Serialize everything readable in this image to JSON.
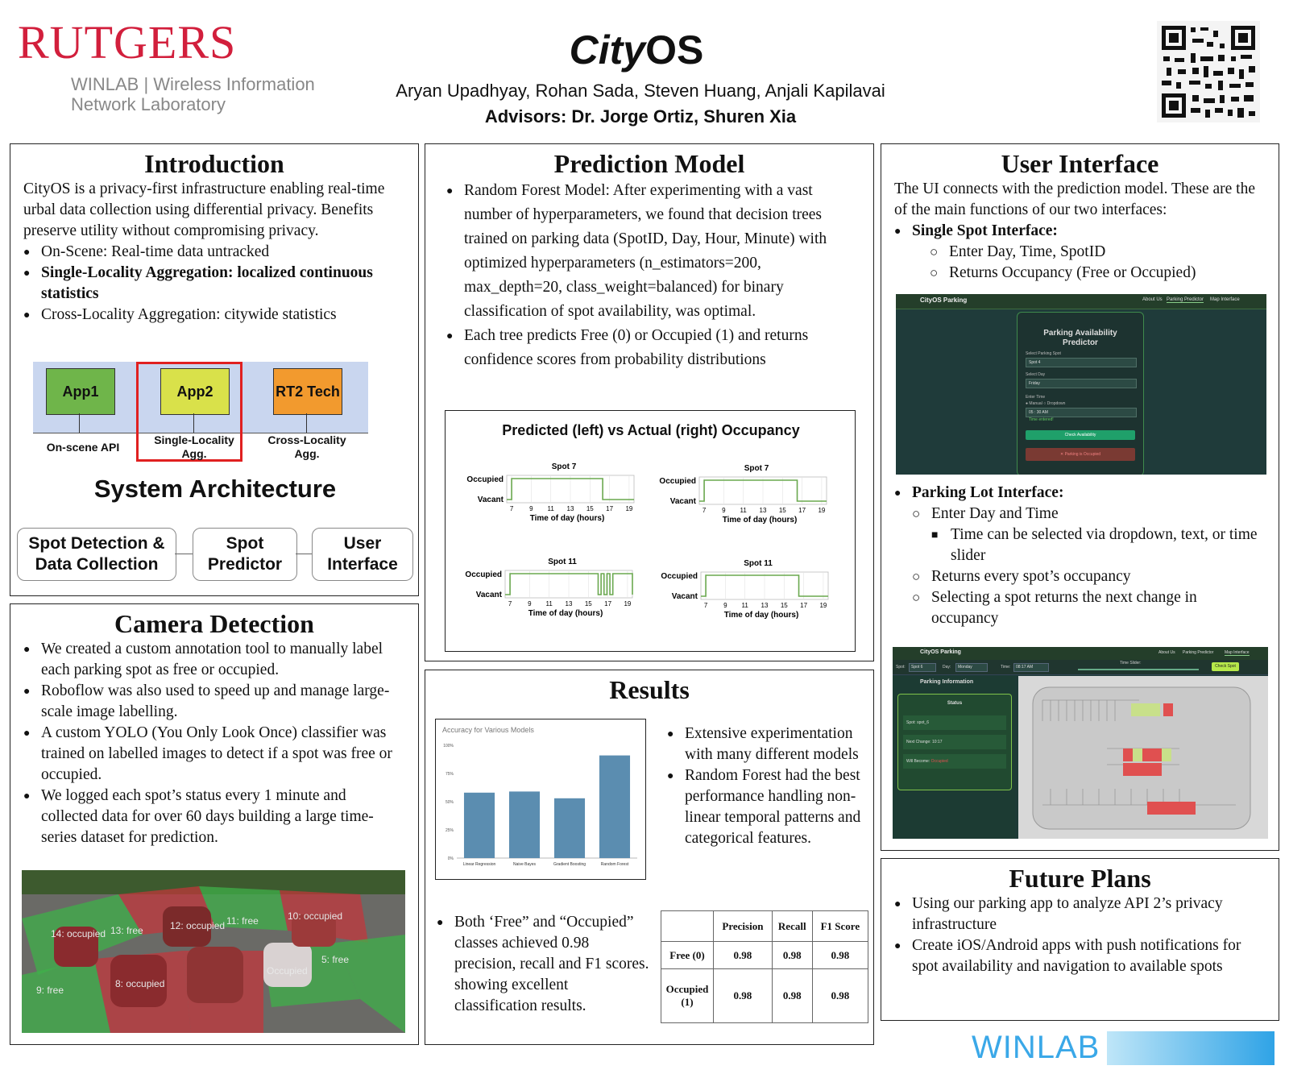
{
  "header": {
    "logo_text": "RUTGERS",
    "logo_sub1": "WINLAB | Wireless Information",
    "logo_sub2": "Network Laboratory",
    "title_italic": "City",
    "title_rest": "OS",
    "authors": "Aryan Upadhyay, Rohan Sada, Steven Huang, Anjali Kapilavai",
    "advisors": "Advisors: Dr. Jorge Ortiz, Shuren Xia"
  },
  "intro": {
    "heading": "Introduction",
    "paragraph": "CityOS is a privacy-first infrastructure enabling real-time urbal data collection using differential privacy. Benefits preserve utility without compromising privacy.",
    "bullets": [
      "On-Scene: Real-time data untracked",
      "Single-Locality Aggregation: localized continuous statistics",
      "Cross-Locality Aggregation: citywide statistics"
    ],
    "diagram": {
      "app1": "App1",
      "app2": "App2",
      "rt2": "RT2 Tech",
      "lbl1": "On-scene API",
      "lbl2": "Single-Locality Agg.",
      "lbl3": "Cross-Locality Agg."
    },
    "arch_heading": "System Architecture",
    "arch_boxes": [
      "Spot Detection & Data Collection",
      "Spot Predictor",
      "User Interface"
    ]
  },
  "camera": {
    "heading": "Camera Detection",
    "bullets": [
      "We created a custom annotation tool to manually label each parking spot as free or occupied.",
      "Roboflow was also used to speed up and manage large-scale image labelling.",
      "A custom YOLO (You Only Look Once) classifier was trained on labelled images to detect if a spot was free or occupied.",
      "We logged each spot’s status every 1 minute and collected data for over 60 days building a large time-series dataset for prediction."
    ],
    "photo_labels": [
      "14: occupied",
      "13: free",
      "12: occupied",
      "11: free",
      "10: occupied",
      "8: occupied",
      "5: free",
      "9: free",
      "Occupied"
    ]
  },
  "prediction": {
    "heading": "Prediction Model",
    "bullets": [
      "Random Forest Model: After experimenting with a vast number of hyperparameters, we found that decision trees trained on parking data (SpotID, Day, Hour, Minute) with optimized hyperparameters (n_estimators=200, max_depth=20, class_weight=balanced) for binary classification of spot availability, was optimal.",
      "Each tree predicts Free (0) or Occupied (1) and returns confidence scores from probability distributions"
    ],
    "figure_title": "Predicted (left) vs Actual (right) Occupancy"
  },
  "results": {
    "heading": "Results",
    "bullets1": [
      "Extensive experimentation with many different models",
      "Random Forest had the best performance handling non-linear temporal patterns and categorical features."
    ],
    "bullets2": [
      "Both ‘Free” and “Occupied” classes achieved 0.98 precision, recall and F1 scores. showing excellent classification results."
    ],
    "table": {
      "headers": [
        "",
        "Precision",
        "Recall",
        "F1 Score"
      ],
      "rows": [
        [
          "Free (0)",
          "0.98",
          "0.98",
          "0.98"
        ],
        [
          "Occupied (1)",
          "0.98",
          "0.98",
          "0.98"
        ]
      ]
    }
  },
  "ui": {
    "heading": "User Interface",
    "paragraph": "The UI connects with the prediction model. These are the of the main functions of our two interfaces:",
    "single_title": "Single Spot Interface:",
    "single_items": [
      "Enter Day, Time, SpotID",
      "Returns Occupancy (Free or Occupied)"
    ],
    "lot_title": "Parking Lot Interface:",
    "lot_item1": "Enter Day and Time",
    "lot_sub": "Time can be selected via dropdown, text, or time slider",
    "lot_items": [
      "Returns every spot’s occupancy",
      "Selecting a spot returns the next change in occupancy"
    ],
    "shot1": {
      "brand": "CityOS Parking",
      "nav": [
        "About Us",
        "Parking Predictor",
        "Map Interface"
      ],
      "card_title": "Parking Availability Predictor",
      "lbl_spot": "Select Parking Spot",
      "val_spot": "Spot 4",
      "lbl_day": "Select Day",
      "val_day": "Friday",
      "lbl_time": "Enter Time",
      "opt_manual": "Manual",
      "opt_dropdown": "Dropdown",
      "val_time": "05 : 30  AM",
      "time_entered": "Time entered!",
      "btn": "Check Availability",
      "result": "Parking is Occupied"
    },
    "shot2": {
      "brand": "CityOS Parking",
      "nav": [
        "About Us",
        "Parking Predictor",
        "Map Interface"
      ],
      "lbl_spot": "Spot:",
      "val_spot": "Spot 6",
      "lbl_day": "Day:",
      "val_day": "Monday",
      "lbl_time": "Time:",
      "val_time": "08:17 AM",
      "lbl_slider": "Time Slider:",
      "btn": "Check Spot",
      "info_title": "Parking Information",
      "status": "Status",
      "row1": "Spot: spot_6",
      "row2": "Next Change: 10:17",
      "row3_label": "Will Become:",
      "row3_value": "Occupied"
    }
  },
  "future": {
    "heading": "Future Plans",
    "bullets": [
      "Using our parking app to analyze API 2’s privacy infrastructure",
      "Create iOS/Android apps with push notifications for spot availability and navigation to available spots"
    ]
  },
  "footer_logo": "WINLAB",
  "chart_data": [
    {
      "type": "line",
      "title": "Predicted (left) vs Actual (right) Occupancy",
      "panels": [
        {
          "subtitle": "Spot 7",
          "side": "predicted",
          "xlabel": "Time of day (hours)",
          "yticks": [
            "Vacant",
            "Occupied"
          ],
          "xticks": [
            7,
            9,
            11,
            13,
            15,
            17,
            19
          ],
          "x": [
            6.5,
            7.0,
            7.3,
            16.3,
            19.5
          ],
          "y": [
            0,
            1,
            1,
            0,
            0
          ]
        },
        {
          "subtitle": "Spot 7",
          "side": "actual",
          "xlabel": "Time of day (hours)",
          "yticks": [
            "Vacant",
            "Occupied"
          ],
          "xticks": [
            7,
            9,
            11,
            13,
            15,
            17,
            19
          ],
          "x": [
            6.5,
            6.9,
            7.0,
            16.5,
            19.5
          ],
          "y": [
            0,
            0,
            1,
            0,
            0
          ]
        },
        {
          "subtitle": "Spot 11",
          "side": "predicted",
          "xlabel": "Time of day (hours)",
          "yticks": [
            "Vacant",
            "Occupied"
          ],
          "xticks": [
            7,
            9,
            11,
            13,
            15,
            17,
            19
          ],
          "x": [
            6.5,
            7.0,
            7.3,
            16.0,
            16.3,
            16.6,
            16.9,
            17.2,
            17.5,
            19.5
          ],
          "y": [
            0,
            1,
            1,
            0,
            1,
            0,
            1,
            0,
            1,
            0
          ]
        },
        {
          "subtitle": "Spot 11",
          "side": "actual",
          "xlabel": "Time of day (hours)",
          "yticks": [
            "Vacant",
            "Occupied"
          ],
          "xticks": [
            7,
            9,
            11,
            13,
            15,
            17,
            19
          ],
          "x": [
            6.5,
            6.9,
            7.0,
            16.5,
            19.5
          ],
          "y": [
            0,
            0,
            1,
            0,
            0
          ]
        }
      ]
    },
    {
      "type": "bar",
      "title": "Accuracy for Various Models",
      "categories": [
        "Linear Regression",
        "Naive Bayes",
        "Gradient Boosting",
        "Random Forest"
      ],
      "values": [
        58,
        59,
        53,
        91
      ],
      "yticks": [
        "0%",
        "25%",
        "50%",
        "75%",
        "100%"
      ],
      "ylim": [
        0,
        100
      ]
    }
  ]
}
